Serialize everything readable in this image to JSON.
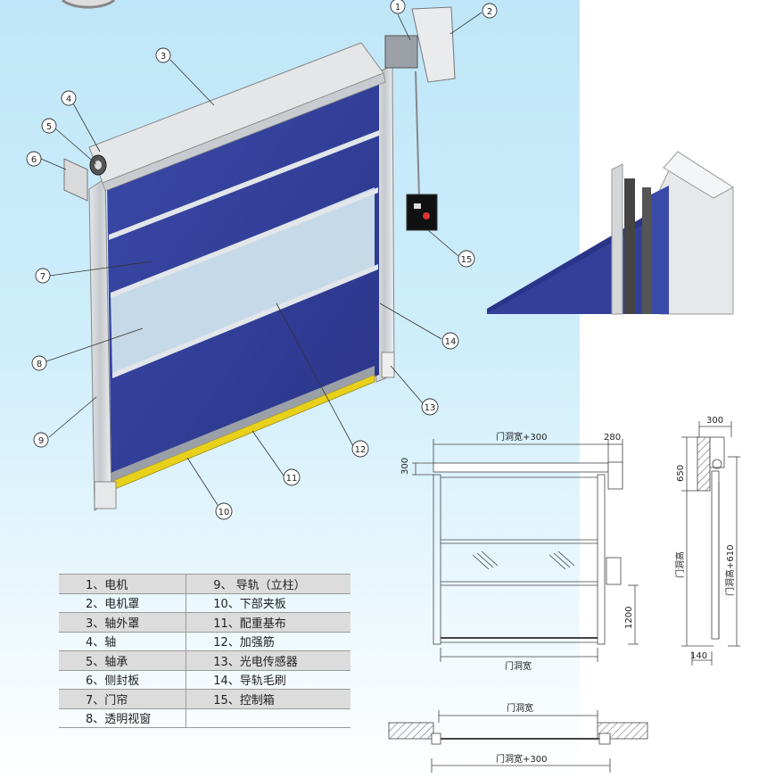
{
  "callouts": [
    "1",
    "2",
    "3",
    "4",
    "5",
    "6",
    "7",
    "8",
    "9",
    "10",
    "11",
    "12",
    "13",
    "14",
    "15"
  ],
  "parts": [
    [
      "1、电机",
      "9、 导轨（立柱）"
    ],
    [
      "2、电机罩",
      "10、下部夹板"
    ],
    [
      "3、轴外罩",
      "11、配重基布"
    ],
    [
      "4、轴",
      "12、加强筋"
    ],
    [
      "5、轴承",
      "13、光电传感器"
    ],
    [
      "6、侧封板",
      "14、导轨毛刷"
    ],
    [
      "7、门帘",
      "15、控制箱"
    ],
    [
      "8、透明视窗",
      ""
    ]
  ],
  "dimensions": {
    "front_width_plus": "门洞宽+300",
    "motor_width": "280",
    "top_height": "300",
    "sensor_height": "1200",
    "opening_width": "门洞宽",
    "side_top_width": "300",
    "side_top_height": "650",
    "side_opening_height": "门洞高",
    "side_total_height": "门洞高+610",
    "side_bottom_width": "140",
    "plan_opening_width": "门洞宽",
    "plan_total_width": "门洞宽+300"
  },
  "colors": {
    "curtain": "#2f3f9a",
    "bottom_bar": "#e8d11a",
    "frame": "#cfd3d6",
    "window": "#c9dde8"
  }
}
